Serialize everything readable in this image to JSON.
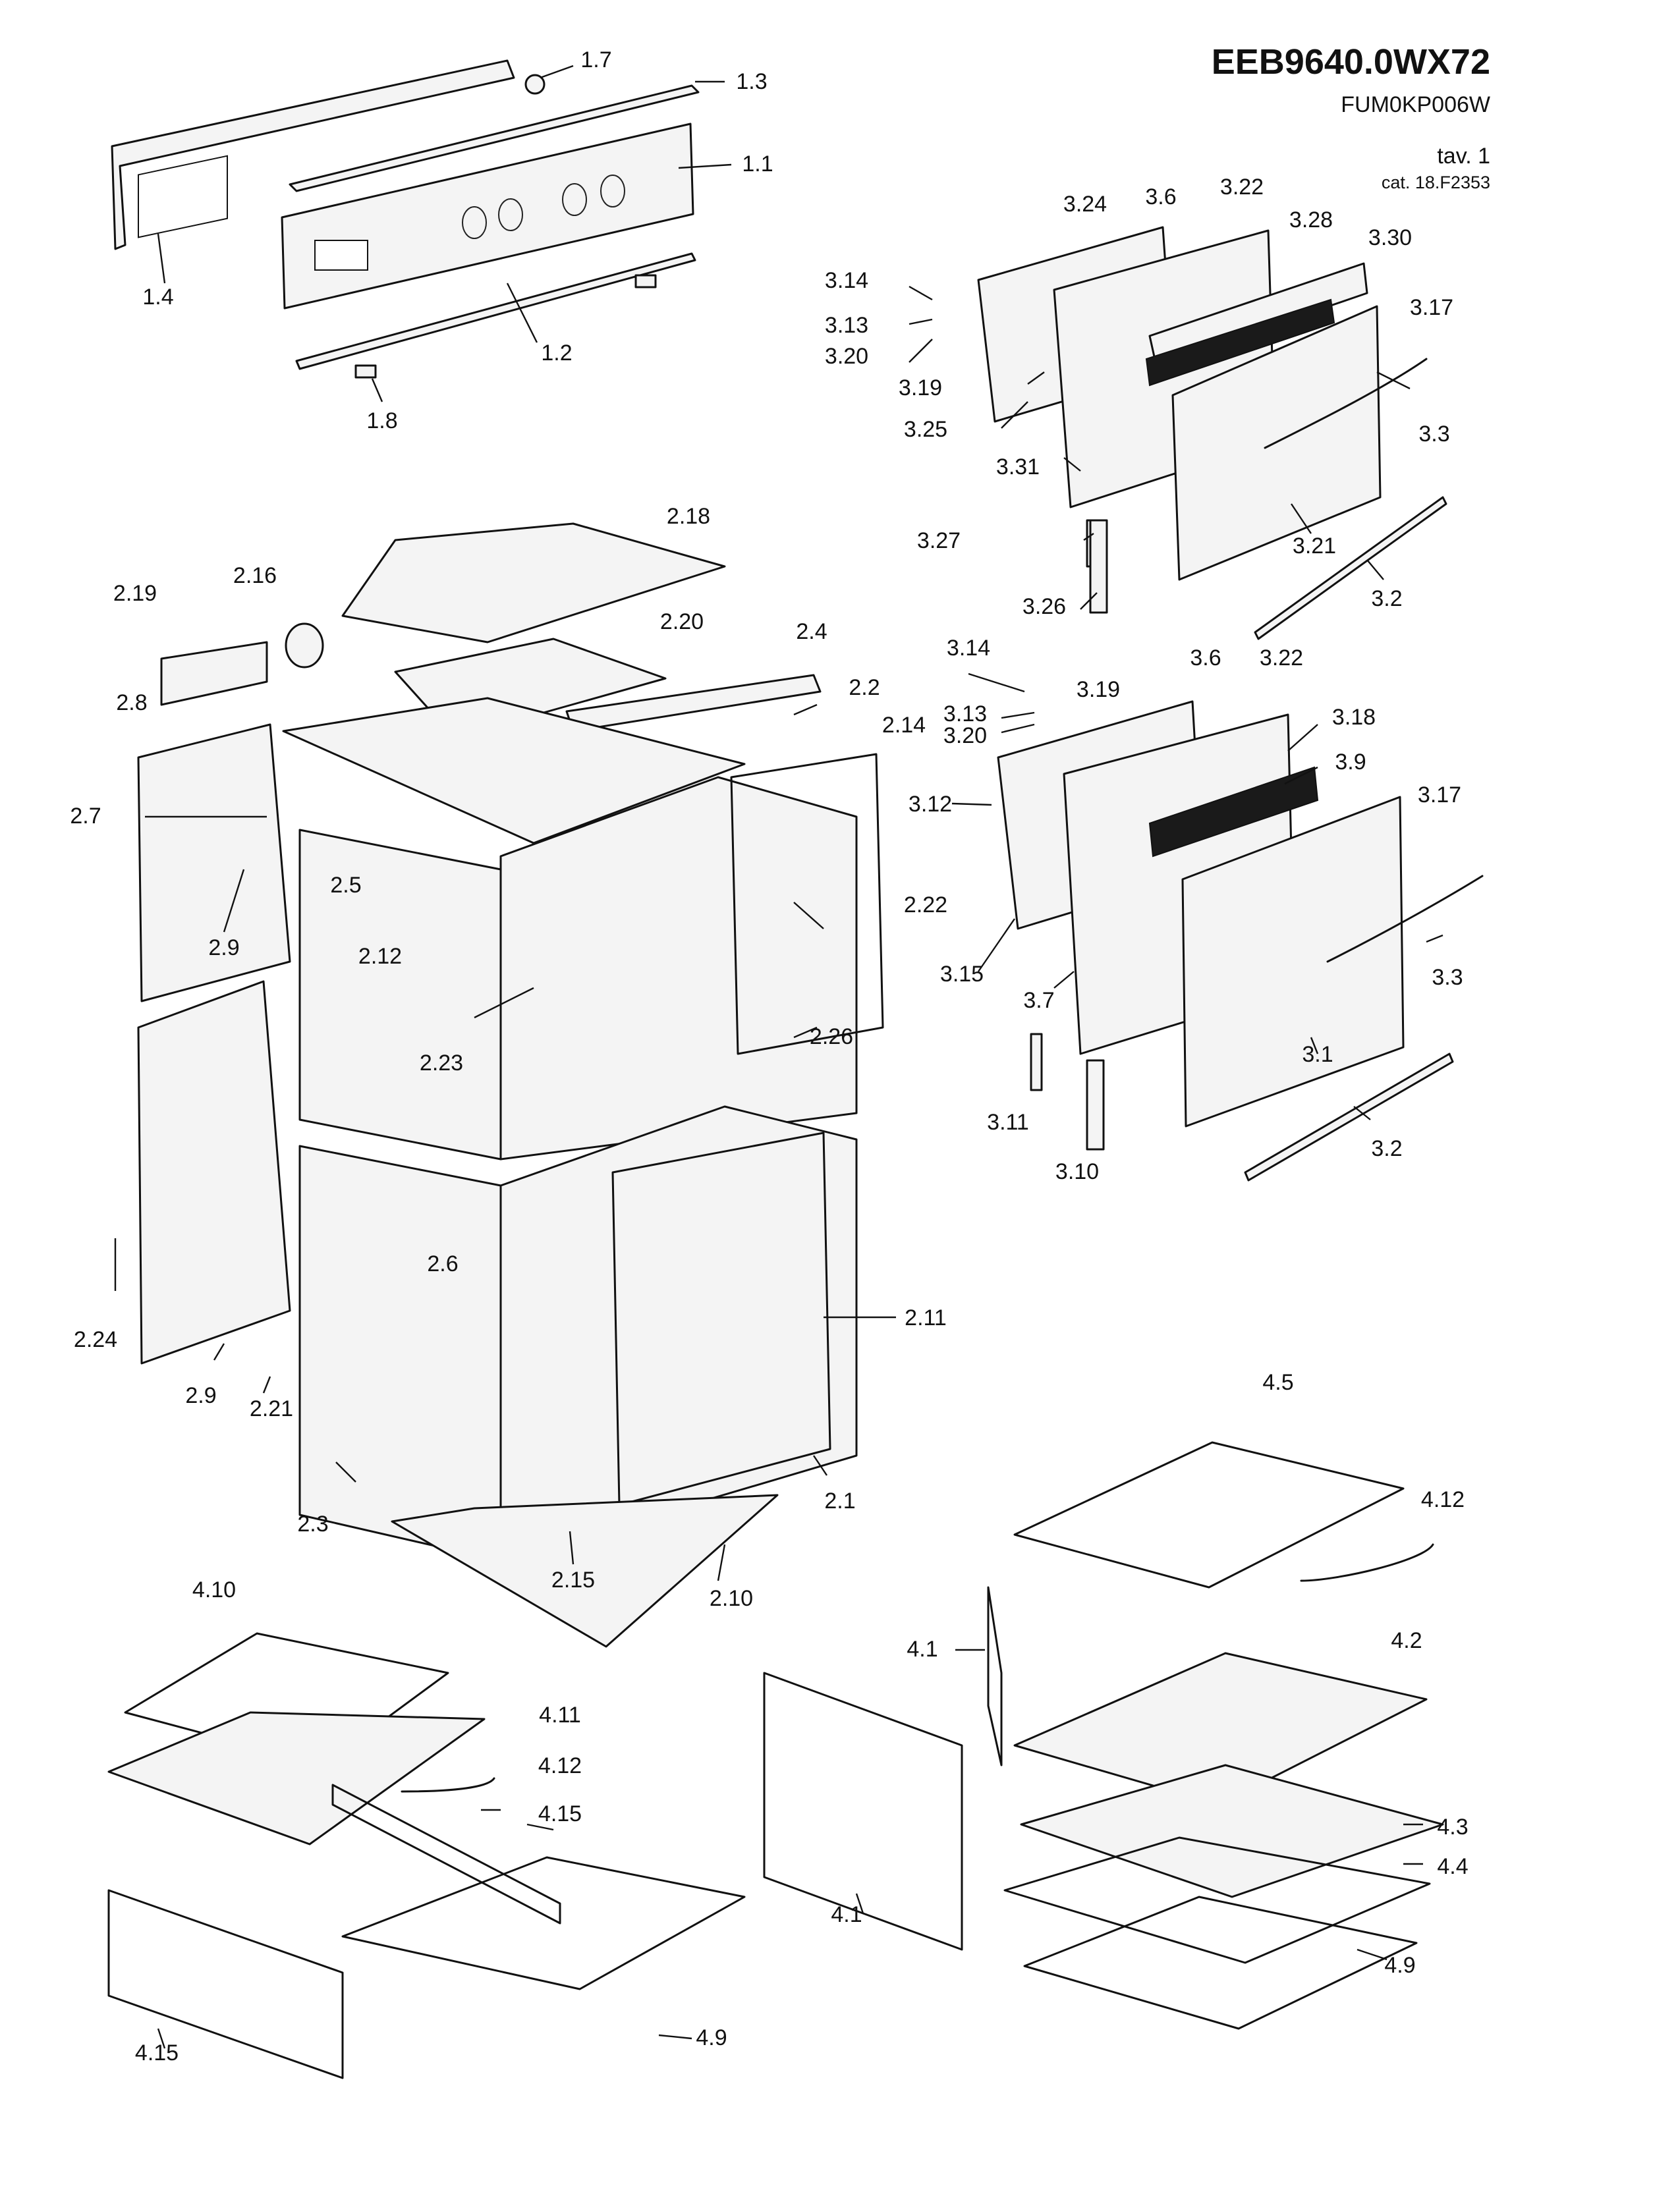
{
  "header": {
    "model": "EEB9640.0WX72",
    "code": "FUM0KP006W",
    "table": "tav. 1",
    "catalog": "cat. 18.F2353"
  },
  "callouts": {
    "c1_7": "1.7",
    "c1_3": "1.3",
    "c1_1": "1.1",
    "c1_4": "1.4",
    "c1_2": "1.2",
    "c1_8": "1.8",
    "c3_24": "3.24",
    "c3_6a": "3.6",
    "c3_22a": "3.22",
    "c3_28": "3.28",
    "c3_30": "3.30",
    "c3_14a": "3.14",
    "c3_13a": "3.13",
    "c3_20a": "3.20",
    "c3_19a": "3.19",
    "c3_25": "3.25",
    "c3_17a": "3.17",
    "c3_3a": "3.3",
    "c3_31": "3.31",
    "c3_27": "3.27",
    "c3_21": "3.21",
    "c3_26": "3.26",
    "c3_2a": "3.2",
    "c3_14b": "3.14",
    "c3_13b": "3.13",
    "c3_20b": "3.20",
    "c3_19b": "3.19",
    "c3_6b": "3.6",
    "c3_22b": "3.22",
    "c3_18": "3.18",
    "c3_9": "3.9",
    "c3_12": "3.12",
    "c3_17b": "3.17",
    "c3_15": "3.15",
    "c3_7": "3.7",
    "c3_3b": "3.3",
    "c3_11": "3.11",
    "c3_1": "3.1",
    "c3_10": "3.10",
    "c3_2b": "3.2",
    "c2_18": "2.18",
    "c2_19": "2.19",
    "c2_16": "2.16",
    "c2_20": "2.20",
    "c2_4": "2.4",
    "c2_8": "2.8",
    "c2_2": "2.2",
    "c2_14": "2.14",
    "c2_7": "2.7",
    "c2_5": "2.5",
    "c2_12": "2.12",
    "c2_22": "2.22",
    "c2_9a": "2.9",
    "c2_23": "2.23",
    "c2_26": "2.26",
    "c2_6": "2.6",
    "c2_24": "2.24",
    "c2_9b": "2.9",
    "c2_21": "2.21",
    "c2_11": "2.11",
    "c2_3": "2.3",
    "c2_15": "2.15",
    "c2_10": "2.10",
    "c2_1": "2.1",
    "c4_5": "4.5",
    "c4_12a": "4.12",
    "c4_10": "4.10",
    "c4_1a": "4.1",
    "c4_2": "4.2",
    "c4_11": "4.11",
    "c4_12b": "4.12",
    "c4_15a": "4.15",
    "c4_3": "4.3",
    "c4_4": "4.4",
    "c4_1b": "4.1",
    "c4_9a": "4.9",
    "c4_15b": "4.15",
    "c4_9b": "4.9"
  }
}
